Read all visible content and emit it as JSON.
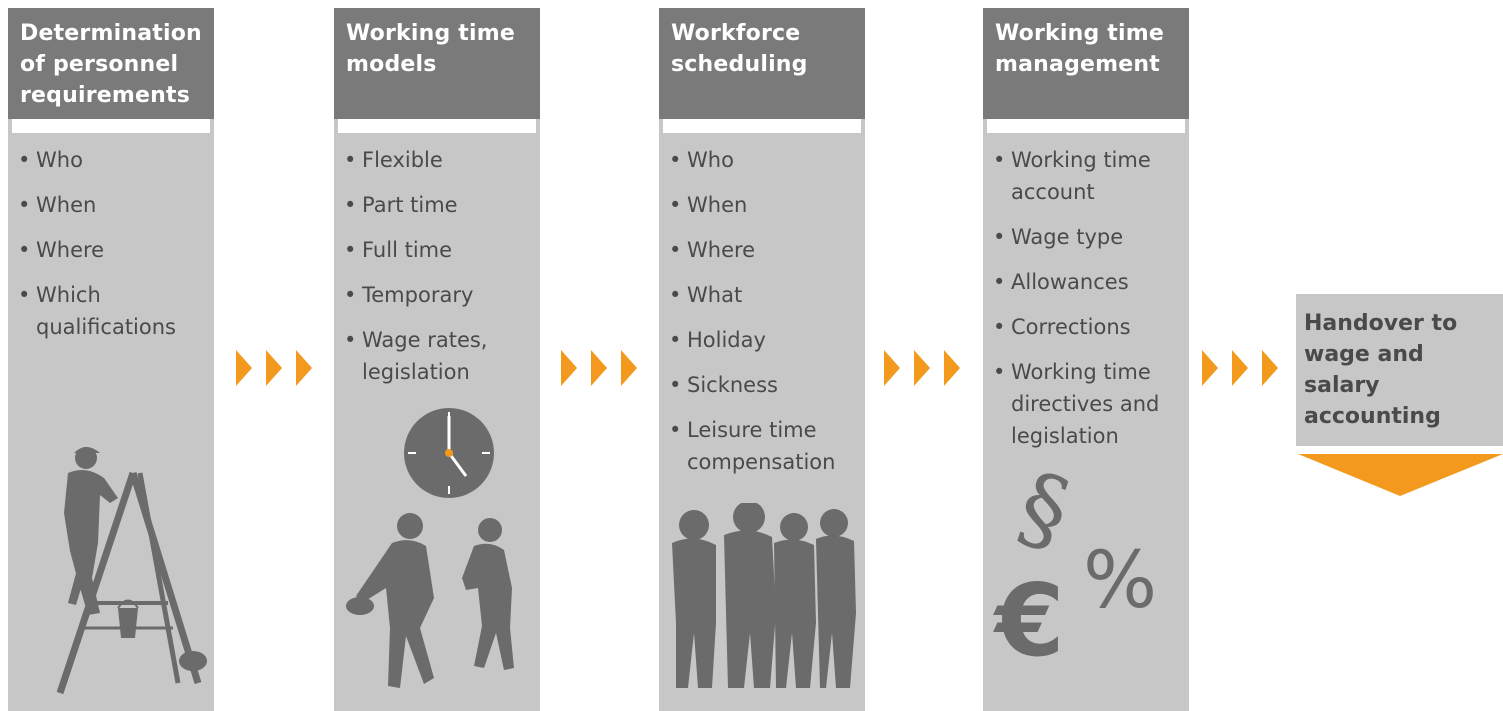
{
  "columns": [
    {
      "title": "Determination\nof personnel\nrequirements",
      "items": [
        "Who",
        "When",
        "Where",
        "Which\nqualifications"
      ]
    },
    {
      "title": "Working time\nmodels",
      "items": [
        "Flexible",
        "Part time",
        "Full time",
        "Temporary",
        "Wage rates,\nlegislation"
      ]
    },
    {
      "title": "Workforce\nscheduling",
      "items": [
        "Who",
        "When",
        "Where",
        "What",
        "Holiday",
        "Sickness",
        "Leisure time\ncompensation"
      ]
    },
    {
      "title": "Working time\nmanagement",
      "items": [
        "Working time\naccount",
        "Wage type",
        "Allowances",
        "Corrections",
        "Working time\ndirectives and\nlegislation"
      ]
    }
  ],
  "handover": {
    "text": "Handover to\nwage and salary\naccounting"
  },
  "symbols": {
    "paragraph": "§",
    "percent": "%",
    "euro": "€"
  },
  "colors": {
    "header": "#7a7a7a",
    "panel": "#c7c7c7",
    "text": "#4a4a4a",
    "silhouette": "#6b6b6b",
    "arrow": "#f39a1e"
  }
}
